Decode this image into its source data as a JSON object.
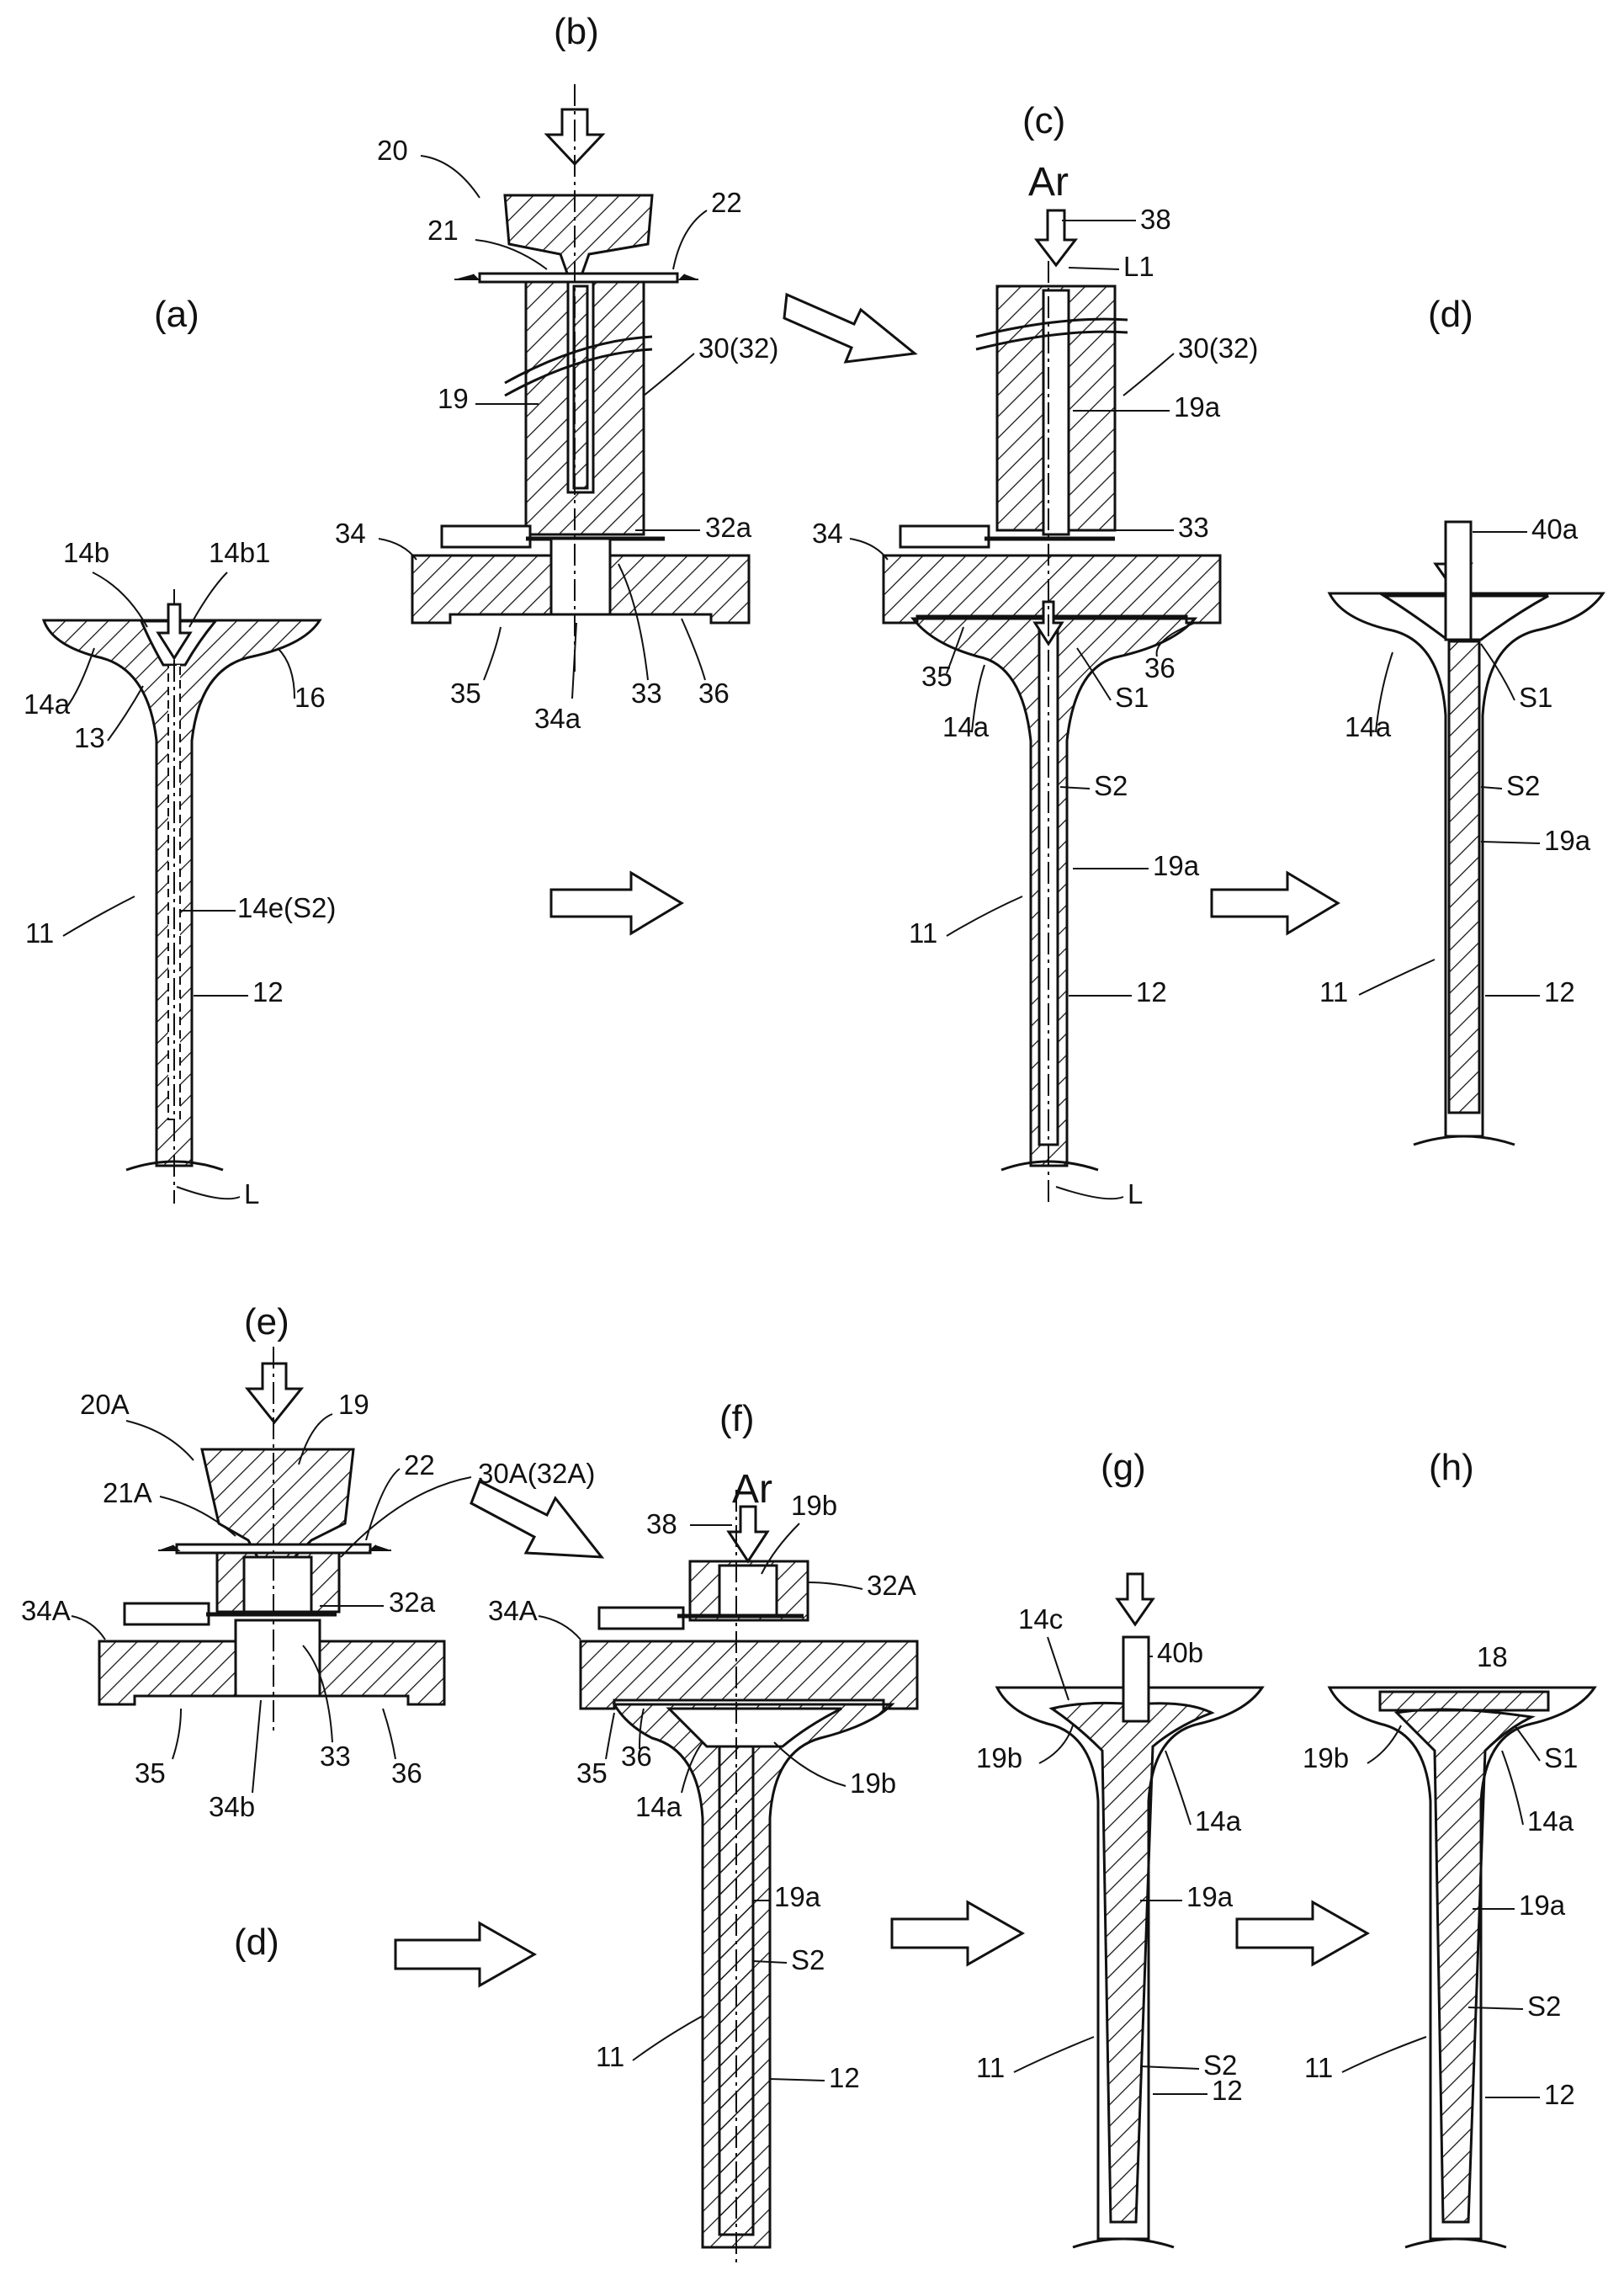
{
  "panels": {
    "a": "(a)",
    "b": "(b)",
    "c": "(c)",
    "d": "(d)",
    "e": "(e)",
    "f": "(f)",
    "g": "(g)",
    "h": "(h)",
    "d2": "(d)"
  },
  "labels": {
    "a": {
      "l14b": "14b",
      "l14b1": "14b1",
      "l14a": "14a",
      "l13": "13",
      "l16": "16",
      "l11": "11",
      "l14e": "14e(S2)",
      "l12": "12",
      "lL": "L"
    },
    "b": {
      "l20": "20",
      "l21": "21",
      "l22": "22",
      "l19": "19",
      "l30": "30(32)",
      "l34": "34",
      "l32a": "32a",
      "l33": "33",
      "l35": "35",
      "l34a": "34a",
      "l36": "36"
    },
    "c": {
      "ar": "Ar",
      "l38": "38",
      "lL1": "L1",
      "l30": "30(32)",
      "l19a": "19a",
      "l34": "34",
      "l33": "33",
      "l35": "35",
      "l36": "36",
      "l14a": "14a",
      "lS1": "S1",
      "lS2": "S2",
      "l11": "11",
      "l19a2": "19a",
      "l12": "12",
      "lL": "L"
    },
    "d": {
      "l40a": "40a",
      "l14a": "14a",
      "lS1": "S1",
      "lS2": "S2",
      "l19a": "19a",
      "l11": "11",
      "l12": "12"
    },
    "e": {
      "l20A": "20A",
      "l19": "19",
      "l21A": "21A",
      "l22": "22",
      "l30A": "30A(32A)",
      "l34A": "34A",
      "l32a": "32a",
      "l35": "35",
      "l34b": "34b",
      "l33": "33",
      "l36": "36"
    },
    "f": {
      "ar": "Ar",
      "l38": "38",
      "l19b": "19b",
      "l32A": "32A",
      "l34A": "34A",
      "l35": "35",
      "l36": "36",
      "l14a": "14a",
      "l19b2": "19b",
      "l19a": "19a",
      "lS2": "S2",
      "l11": "11",
      "l12": "12"
    },
    "g": {
      "l14c": "14c",
      "l40b": "40b",
      "l19b": "19b",
      "l14a": "14a",
      "l19a": "19a",
      "l11": "11",
      "lS2": "S2",
      "l12": "12"
    },
    "h": {
      "l18": "18",
      "l19b": "19b",
      "lS1": "S1",
      "l14a": "14a",
      "l19a": "19a",
      "lS2": "S2",
      "l11": "11",
      "l12": "12"
    }
  }
}
